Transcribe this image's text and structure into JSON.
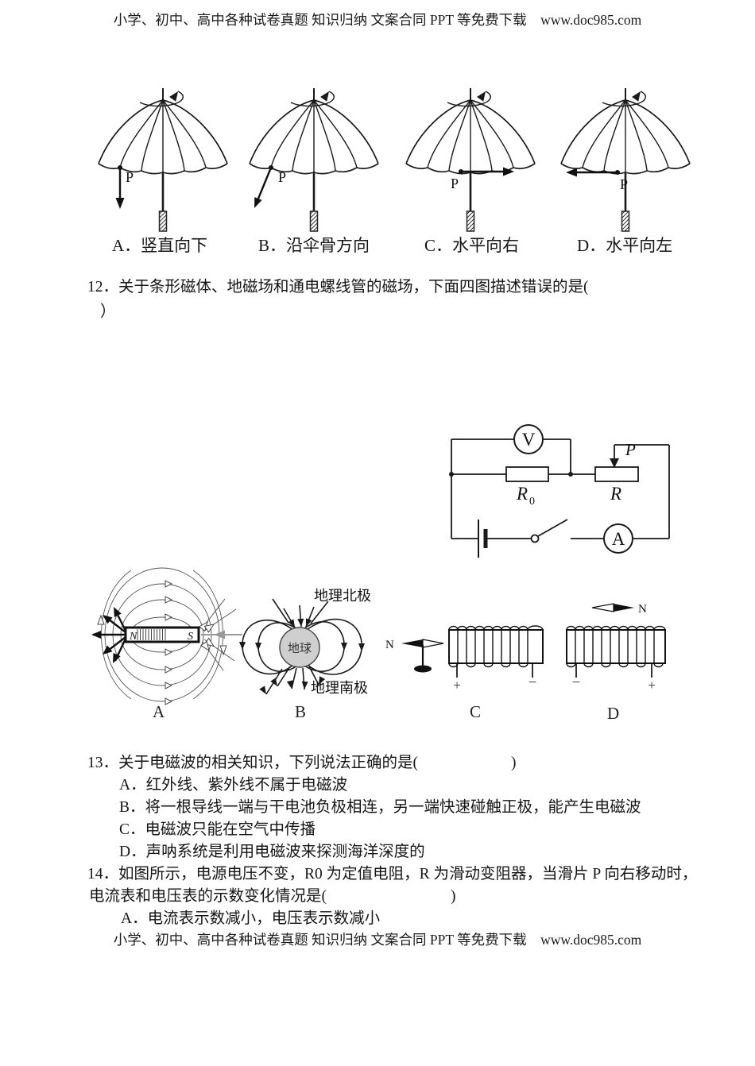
{
  "header": {
    "text": "小学、初中、高中各种试卷真题 知识归纳 文案合同 PPT 等免费下载　www.doc985.com"
  },
  "footer": {
    "text": "小学、初中、高中各种试卷真题 知识归纳 文案合同 PPT 等免费下载　www.doc985.com"
  },
  "figures": {
    "p_label": "P"
  },
  "q11": {
    "options": [
      {
        "label": "A．竖直向下"
      },
      {
        "label": "B．沿伞骨方向"
      },
      {
        "label": "C．水平向右"
      },
      {
        "label": "D．水平向左"
      }
    ]
  },
  "q12": {
    "line1": "12．关于条形磁体、地磁场和通电螺线管的磁场，下面四图描述错误的是(",
    "line2": "）"
  },
  "circuit": {
    "voltmeter": "V",
    "ammeter": "A",
    "r0_main": "R",
    "r0_sub": "0",
    "r_label": "R",
    "p_label": "P"
  },
  "diagrams": {
    "labels": [
      "A",
      "B",
      "C",
      "D"
    ],
    "magnet": {
      "n": "N",
      "s": "S"
    },
    "earth": {
      "name": "地球",
      "north": "地理北极",
      "south": "地理南极"
    },
    "coil_c": {
      "n": "N",
      "plus": "+",
      "minus": "−"
    },
    "coil_d": {
      "n": "N",
      "minus": "−",
      "plus": "+"
    }
  },
  "q13": {
    "stem": "13．关于电磁波的相关知识，下列说法正确的是(　　　　　　)",
    "options": [
      "A．红外线、紫外线不属于电磁波",
      "B．将一根导线一端与干电池负极相连，另一端快速碰触正极，能产生电磁波",
      "C．电磁波只能在空气中传播",
      "D．声呐系统是利用电磁波来探测海洋深度的"
    ]
  },
  "q14": {
    "line1": "14．如图所示，电源电压不变，R0 为定值电阻，R 为滑动变阻器，当滑片 P 向右移动时，",
    "line2": "电流表和电压表的示数变化情况是(　　　　　　　　)",
    "option_a": "A．电流表示数减小，电压表示数减小"
  }
}
